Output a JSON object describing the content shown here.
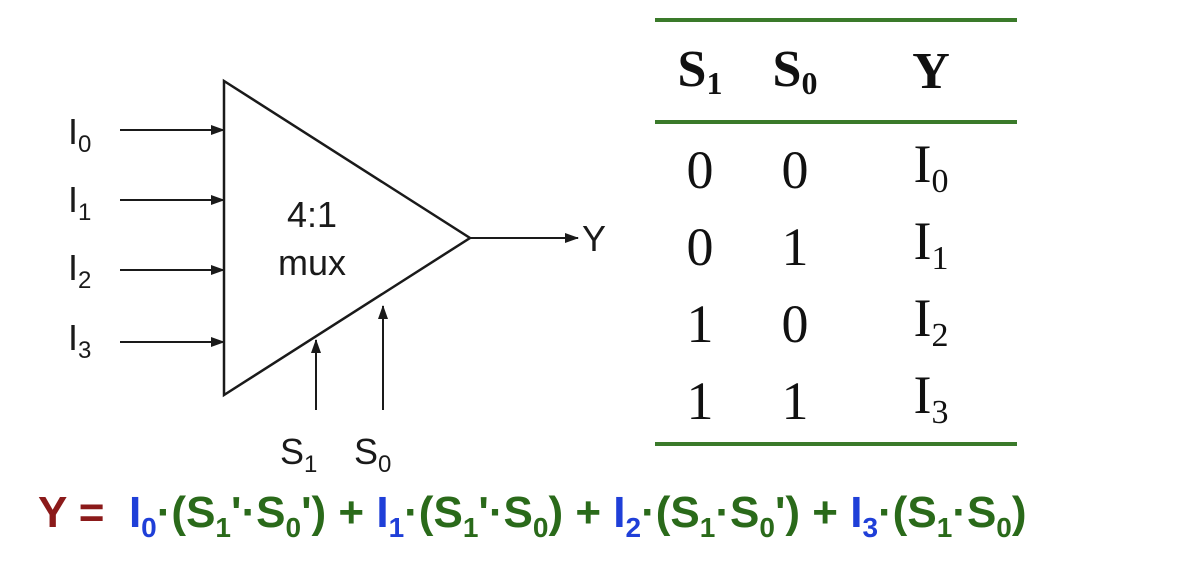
{
  "mux": {
    "label_line1": "4:1",
    "label_line2": "mux",
    "inputs": [
      {
        "name": "I",
        "sub": "0"
      },
      {
        "name": "I",
        "sub": "1"
      },
      {
        "name": "I",
        "sub": "2"
      },
      {
        "name": "I",
        "sub": "3"
      }
    ],
    "output": "Y",
    "selects": [
      {
        "name": "S",
        "sub": "1"
      },
      {
        "name": "S",
        "sub": "0"
      }
    ]
  },
  "truth_table": {
    "headers": [
      {
        "name": "S",
        "sub": "1"
      },
      {
        "name": "S",
        "sub": "0"
      },
      {
        "name": "Y",
        "sub": ""
      }
    ],
    "rows": [
      {
        "s1": "0",
        "s0": "0",
        "y": "I",
        "y_sub": "0"
      },
      {
        "s1": "0",
        "s0": "1",
        "y": "I",
        "y_sub": "1"
      },
      {
        "s1": "1",
        "s0": "0",
        "y": "I",
        "y_sub": "2"
      },
      {
        "s1": "1",
        "s0": "1",
        "y": "I",
        "y_sub": "3"
      }
    ]
  },
  "equation": {
    "lhs": "Y =",
    "terms": [
      {
        "input": "I",
        "input_sub": "0",
        "open": "·(",
        "s1": "S",
        "s1_sub": "1",
        "s1_suffix": "'·",
        "s0": "S",
        "s0_sub": "0",
        "s0_suffix": "')",
        "join": " + "
      },
      {
        "input": "I",
        "input_sub": "1",
        "open": "·(",
        "s1": "S",
        "s1_sub": "1",
        "s1_suffix": "'·",
        "s0": "S",
        "s0_sub": "0",
        "s0_suffix": ")",
        "join": " + "
      },
      {
        "input": "I",
        "input_sub": "2",
        "open": "·(",
        "s1": "S",
        "s1_sub": "1",
        "s1_suffix": "·",
        "s0": "S",
        "s0_sub": "0",
        "s0_suffix": "')",
        "join": " + "
      },
      {
        "input": "I",
        "input_sub": "3",
        "open": "·(",
        "s1": "S",
        "s1_sub": "1",
        "s1_suffix": "·",
        "s0": "S",
        "s0_sub": "0",
        "s0_suffix": ")",
        "join": ""
      }
    ]
  },
  "colors": {
    "lhs": "#8b1a1a",
    "input_terms": "#1f3fd8",
    "select_terms": "#2a6a1a",
    "table_rules": "#3a7a2a",
    "lines": "#1a1a1a"
  }
}
